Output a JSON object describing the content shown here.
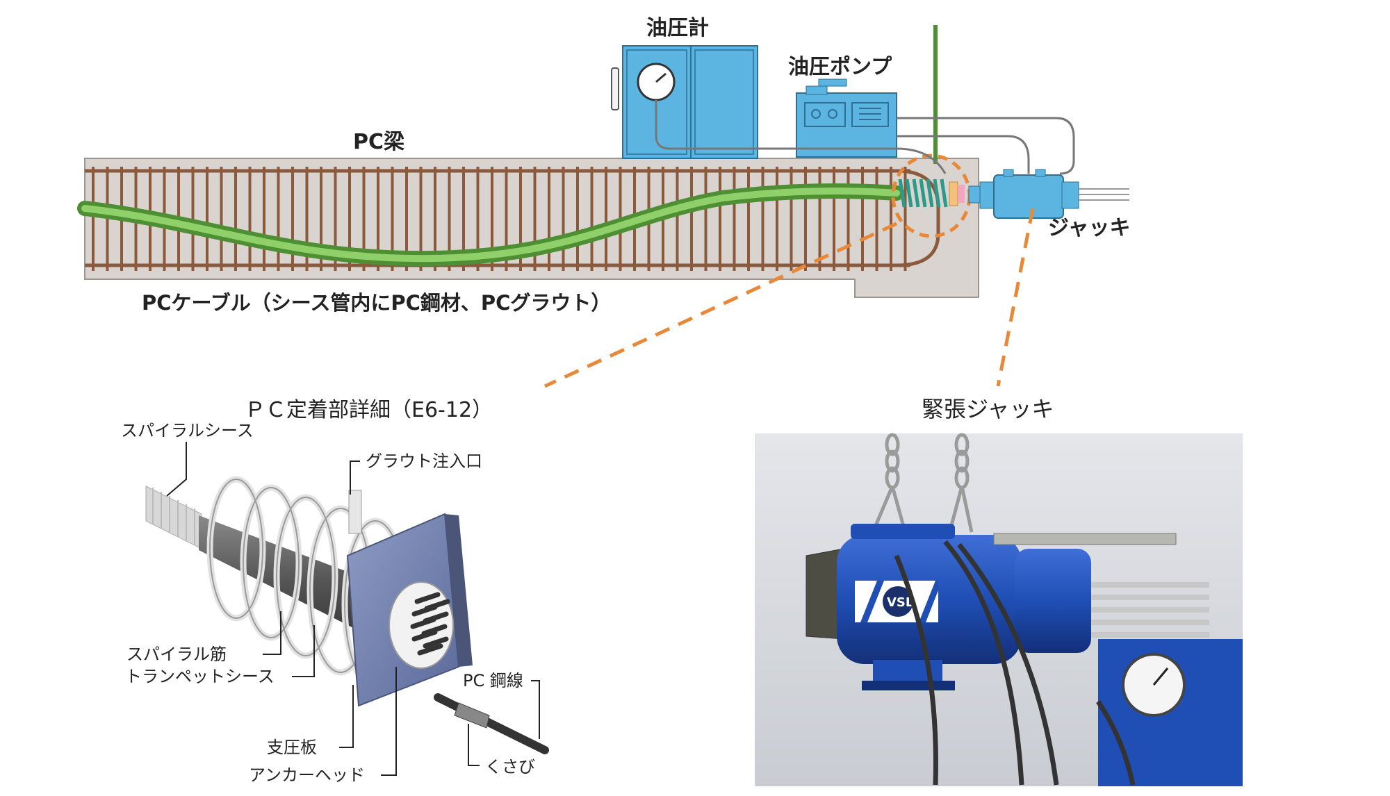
{
  "top": {
    "oil_gauge_label": "油圧計",
    "oil_pump_label": "油圧ポンプ",
    "beam_label": "PC梁",
    "jack_label": "ジャッキ",
    "cable_label": "PCケーブル（シース管内にPC鋼材、PCグラウト）"
  },
  "anchorage": {
    "title": "ＰＣ定着部詳細（E6-12）",
    "labels": {
      "spiral_sheath": "スパイラルシース",
      "grout_inlet": "グラウト注入口",
      "spiral_rebar": "スパイラル筋",
      "trumpet_sheath": "トランペットシース",
      "pc_strand": "PC 鋼線",
      "bearing_plate": "支圧板",
      "anchor_head": "アンカーヘッド",
      "wedge": "くさび"
    }
  },
  "jack_photo": {
    "title": "緊張ジャッキ",
    "logo_text": "VSL"
  },
  "colors": {
    "dashed_callout": "#e8893a",
    "equipment_blue": "#5bb5e0",
    "cable_green": "#6fb04a",
    "rebar_brown": "#8b5a3c",
    "beam_fill": "#d9d4cf",
    "jack_blue": "#1f4fb5"
  }
}
